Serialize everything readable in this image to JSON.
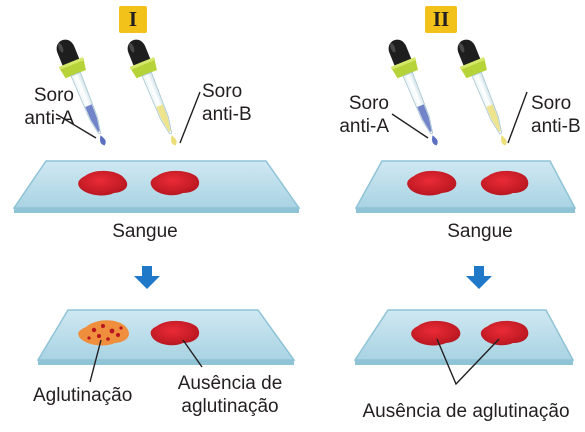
{
  "panels": [
    {
      "badge": "I",
      "dropper_left_label": [
        "Soro",
        "anti-A"
      ],
      "dropper_right_label": [
        "Soro",
        "anti-B"
      ],
      "slide_label": "Sangue",
      "result_left_label": [
        "Aglutinação"
      ],
      "result_right_label": [
        "Ausência de",
        "aglutinação"
      ],
      "result_left_agglutinated": true,
      "result_right_agglutinated": false
    },
    {
      "badge": "II",
      "dropper_left_label": [
        "Soro",
        "anti-A"
      ],
      "dropper_right_label": [
        "Soro",
        "anti-B"
      ],
      "slide_label": "Sangue",
      "result_shared_label": "Ausência de aglutinação",
      "result_left_agglutinated": false,
      "result_right_agglutinated": false
    }
  ],
  "colors": {
    "slide_top": "#b9dcea",
    "slide_edge": "#8fc3d6",
    "blood": "#d61f2b",
    "blood_dark": "#a3131d",
    "agglutinated": "#ed8a3c",
    "serum_anti_a": "#5b6fc0",
    "serum_anti_b": "#ecdf7a",
    "dropper_bulb": "#1e1e1e",
    "dropper_collar": "#b7d33a",
    "arrow": "#1f78c8",
    "badge": "#f2c21a"
  }
}
